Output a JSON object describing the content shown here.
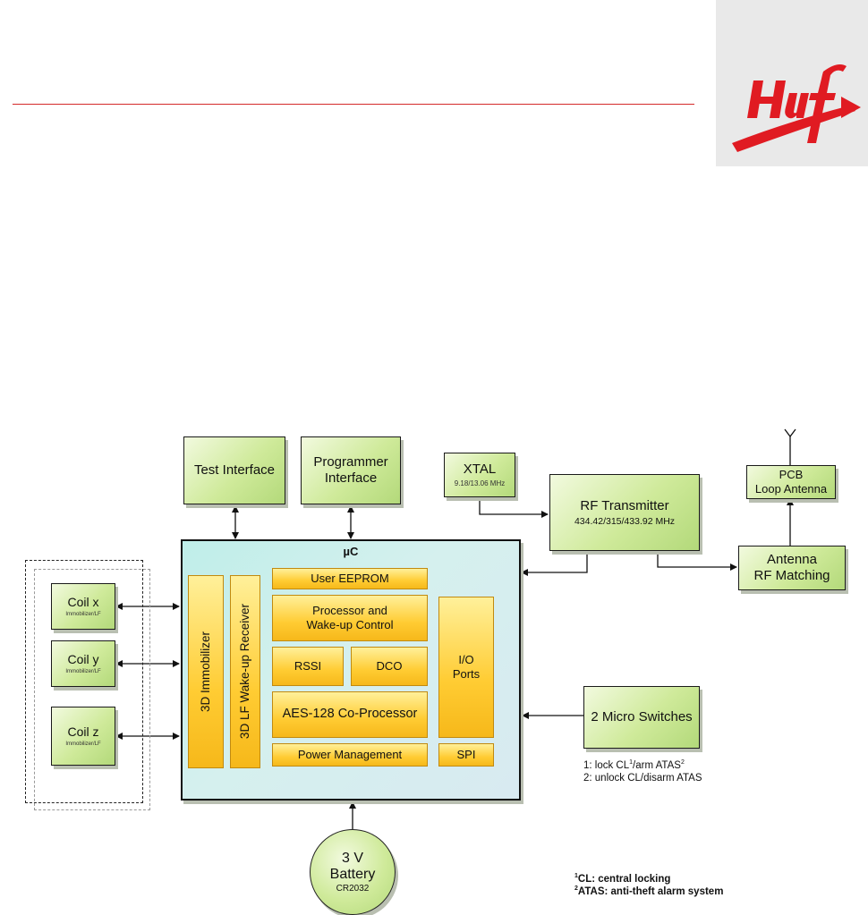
{
  "logo": {
    "text": "Huf",
    "color": "#e01b22"
  },
  "blocks": {
    "test_interface": "Test Interface",
    "programmer_interface": {
      "line1": "Programmer",
      "line2": "Interface"
    },
    "xtal": {
      "label": "XTAL",
      "sub": "9.18/13.06 MHz"
    },
    "rf_transmitter": {
      "label": "RF Transmitter",
      "sub": "434.42/315/433.92 MHz"
    },
    "pcb_antenna": {
      "line1": "PCB",
      "line2": "Loop Antenna"
    },
    "antenna_matching": {
      "line1": "Antenna",
      "line2": "RF Matching"
    },
    "micro_switches": "2 Micro Switches",
    "battery": {
      "line1": "3 V",
      "line2": "Battery",
      "sub": "CR2032"
    }
  },
  "coils": [
    {
      "label": "Coil x",
      "sub": "Immobilizer/LF"
    },
    {
      "label": "Coil y",
      "sub": "Immobilizer/LF"
    },
    {
      "label": "Coil z",
      "sub": "Immobilizer/LF"
    }
  ],
  "microcontroller": {
    "title": "µC",
    "immobilizer": "3D Immobilizer",
    "lf_receiver": "3D LF Wake-up Receiver",
    "eeprom": "User EEPROM",
    "processor": {
      "line1": "Processor and",
      "line2": "Wake-up Control"
    },
    "rssi": "RSSI",
    "dco": "DCO",
    "aes": "AES-128 Co-Processor",
    "power": "Power Management",
    "io": {
      "line1": "I/O",
      "line2": "Ports"
    },
    "spi": "SPI"
  },
  "switch_notes": {
    "line1_pre": "1: lock CL",
    "line1_sup1": "1",
    "line1_mid": "/arm ATAS",
    "line1_sup2": "2",
    "line2": "2: unlock CL/disarm ATAS"
  },
  "footnotes": {
    "cl_sup": "1",
    "cl": "CL: central locking",
    "atas_sup": "2",
    "atas": "ATAS: anti-theft alarm system"
  },
  "colors": {
    "accent_red": "#d42a2a",
    "block_green": "#cfea9a",
    "mcu_cyan": "#cdeeee",
    "module_yellow": "#ffcc33"
  }
}
